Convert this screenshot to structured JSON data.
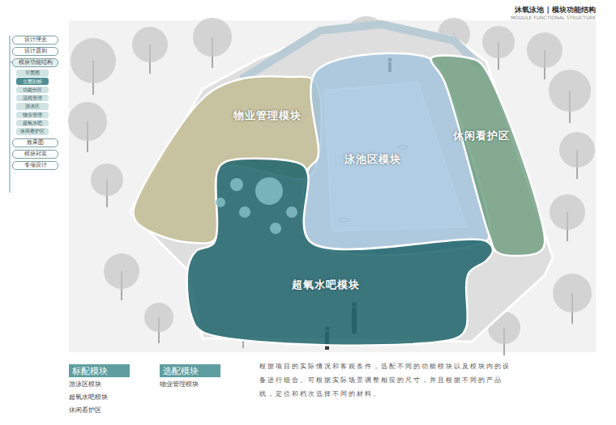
{
  "diagram": {
    "title": "沐氧泳池 | 模块功能结构",
    "nodes": [
      {
        "text": [
          "设计理念"
        ]
      },
      {
        "text": [
          "设计原则"
        ]
      },
      {
        "text": [
          "模块功能结构"
        ]
      },
      {
        "text": [
          "平面图"
        ]
      },
      {
        "text": [
          "立面剖析"
        ]
      },
      {
        "text": [
          "功能分区"
        ]
      },
      {
        "text": [
          "流线管理"
        ]
      },
      {
        "text": [
          "游泳区"
        ]
      },
      {
        "text": [
          "物业管理"
        ]
      },
      {
        "text": [
          "超氧水吧"
        ]
      },
      {
        "text": [
          "休闲看护区"
        ]
      },
      {
        "text": [
          "效果图"
        ]
      },
      {
        "text": [
          "模块封装"
        ]
      },
      {
        "text": [
          "专项设计"
        ]
      },
      {
        "text": [
          "物业管理模块"
        ]
      },
      {
        "text": [
          "泳池区模块"
        ]
      },
      {
        "text": [
          "休闲看护区"
        ]
      },
      {
        "text": [
          "超氧水吧模块"
        ]
      },
      {
        "text": [
          "标配模块"
        ]
      },
      {
        "text": [
          "选配模块"
        ]
      }
    ],
    "labels": [
      "MODULE FUNCTIONAL STRUCTURE",
      "游泳区模块",
      "超氧水吧模块",
      "休闲看护区",
      "物业管理模块",
      "根据项目的实际情况和客观条件，选配不同的功能模块以及模块内的设备进行组合。可根据实际场景调整相应的尺寸，并且根据不同的产品线，定位和档次选择不同的材料。"
    ]
  }
}
